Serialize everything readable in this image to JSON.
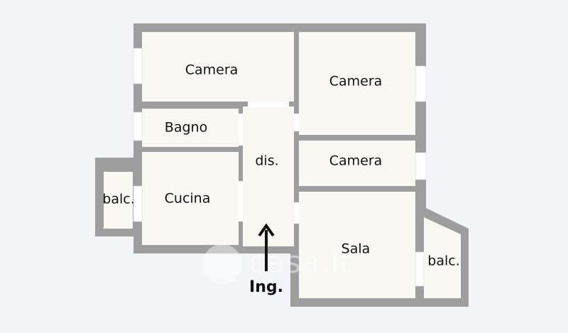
{
  "rooms": {
    "camera_1": "Camera",
    "camera_2": "Camera",
    "camera_3": "Camera",
    "bagno": "Bagno",
    "disimpegno": "dis.",
    "cucina": "Cucina",
    "sala": "Sala",
    "balcone_left": "balc.",
    "balcone_right": "balc."
  },
  "entrance": "Ing.",
  "watermark": "casa.it",
  "colors": {
    "wall": "#9e9e9e",
    "floor": "#f9f8f3",
    "background": "#f3f4f8",
    "window": "#ffffff"
  }
}
